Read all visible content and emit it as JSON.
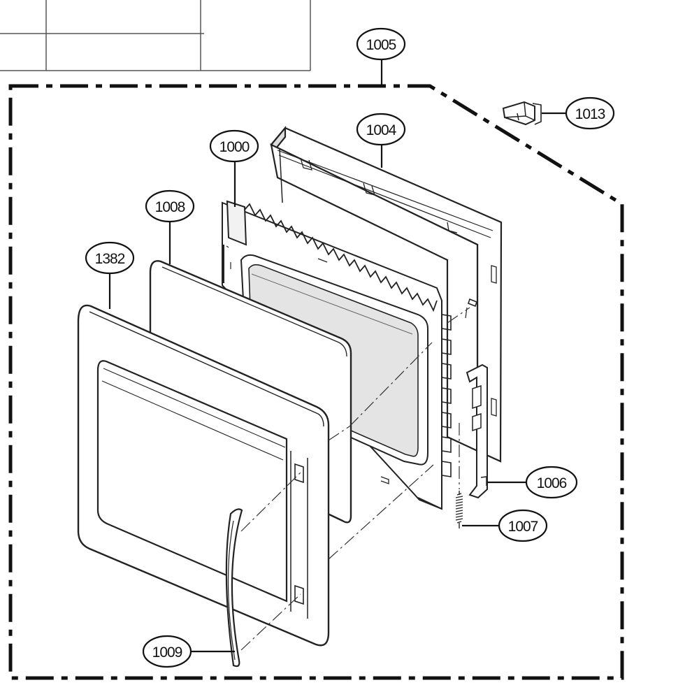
{
  "callouts": {
    "c1005": "1005",
    "c1004": "1004",
    "c1000": "1000",
    "c1008": "1008",
    "c1382": "1382",
    "c1013": "1013",
    "c1006": "1006",
    "c1007": "1007",
    "c1009": "1009"
  }
}
